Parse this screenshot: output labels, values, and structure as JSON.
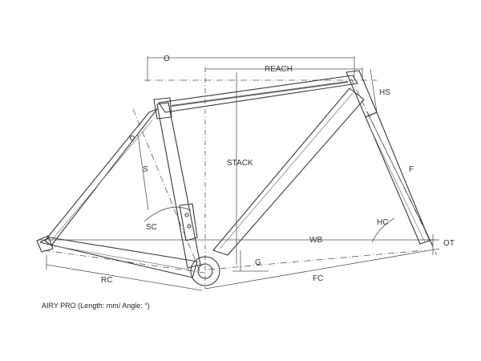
{
  "caption": "AIRY PRO (Length: mm/ Angle: °)",
  "labels": {
    "o": "O",
    "reach": "REACH",
    "hs": "HS",
    "stack": "STACK",
    "s": "S",
    "f": "F",
    "sc": "SC",
    "hc": "HC",
    "wb": "WB",
    "ot": "OT",
    "g": "G",
    "rc": "RC",
    "fc": "FC"
  },
  "colors": {
    "line": "#3a3a3a",
    "dim": "#555555",
    "text": "#333333"
  }
}
